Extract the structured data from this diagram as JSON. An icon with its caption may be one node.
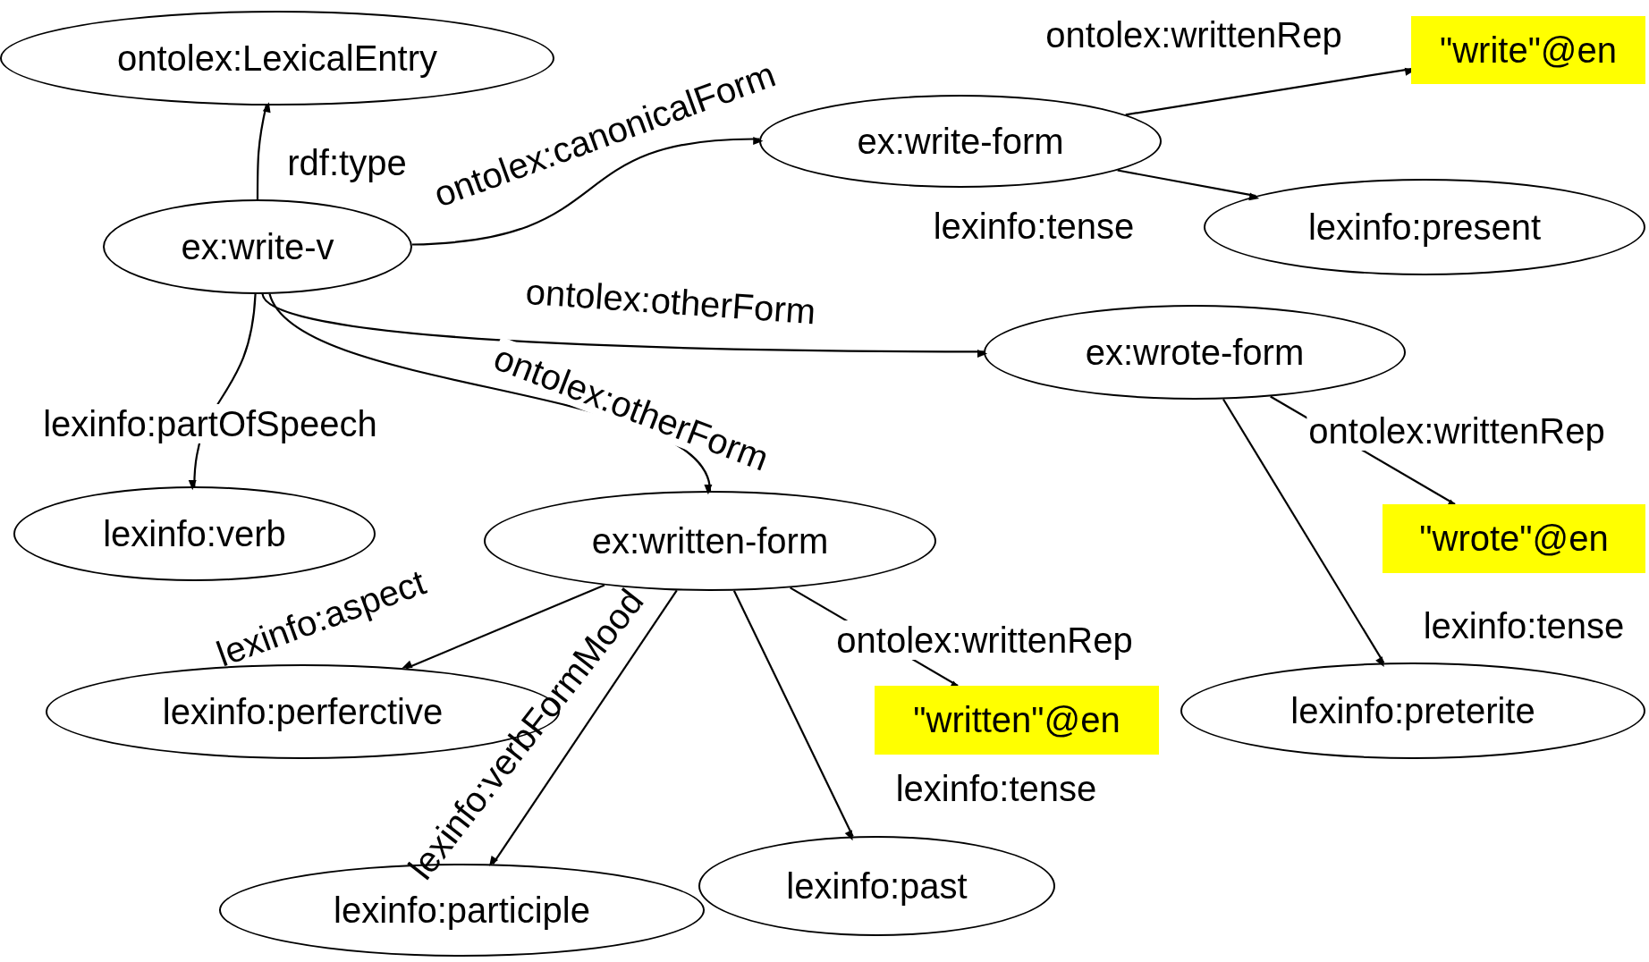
{
  "diagram": {
    "nodes": [
      {
        "text": [
          "ontolex:LexicalEntry"
        ]
      },
      {
        "text": [
          "ex:write-v"
        ]
      },
      {
        "text": [
          "ex:write-form"
        ]
      },
      {
        "text": [
          "\"write\"@en"
        ]
      },
      {
        "text": [
          "lexinfo:present"
        ]
      },
      {
        "text": [
          "ex:wrote-form"
        ]
      },
      {
        "text": [
          "\"wrote\"@en"
        ]
      },
      {
        "text": [
          "lexinfo:preterite"
        ]
      },
      {
        "text": [
          "lexinfo:verb"
        ]
      },
      {
        "text": [
          "ex:written-form"
        ]
      },
      {
        "text": [
          "lexinfo:perferctive"
        ]
      },
      {
        "text": [
          "\"written\"@en"
        ]
      },
      {
        "text": [
          "lexinfo:past"
        ]
      },
      {
        "text": [
          "lexinfo:participle"
        ]
      }
    ],
    "edges": [
      {
        "from": 1,
        "to": 0,
        "arrow": "to",
        "label": "rdf:type"
      },
      {
        "from": 1,
        "to": 2,
        "arrow": "to",
        "label": "ontolex:canonicalForm"
      },
      {
        "from": 2,
        "to": 3,
        "arrow": "to",
        "label": "ontolex:writtenRep"
      },
      {
        "from": 2,
        "to": 4,
        "arrow": "to",
        "label": "lexinfo:tense"
      },
      {
        "from": 1,
        "to": 5,
        "arrow": "to",
        "label": "ontolex:otherForm"
      },
      {
        "from": 1,
        "to": 9,
        "arrow": "to",
        "label": "ontolex:otherForm"
      },
      {
        "from": 1,
        "to": 8,
        "arrow": "to",
        "label": "lexinfo:partOfSpeech"
      },
      {
        "from": 5,
        "to": 6,
        "arrow": "to",
        "label": "ontolex:writtenRep"
      },
      {
        "from": 5,
        "to": 7,
        "arrow": "to",
        "label": "lexinfo:tense"
      },
      {
        "from": 9,
        "to": 10,
        "arrow": "to",
        "label": "lexinfo:aspect"
      },
      {
        "from": 9,
        "to": 13,
        "arrow": "to",
        "label": "lexinfo:verbFormMood"
      },
      {
        "from": 9,
        "to": 11,
        "arrow": "to",
        "label": "ontolex:writtenRep"
      },
      {
        "from": 9,
        "to": 12,
        "arrow": "to",
        "label": "lexinfo:tense"
      }
    ]
  }
}
